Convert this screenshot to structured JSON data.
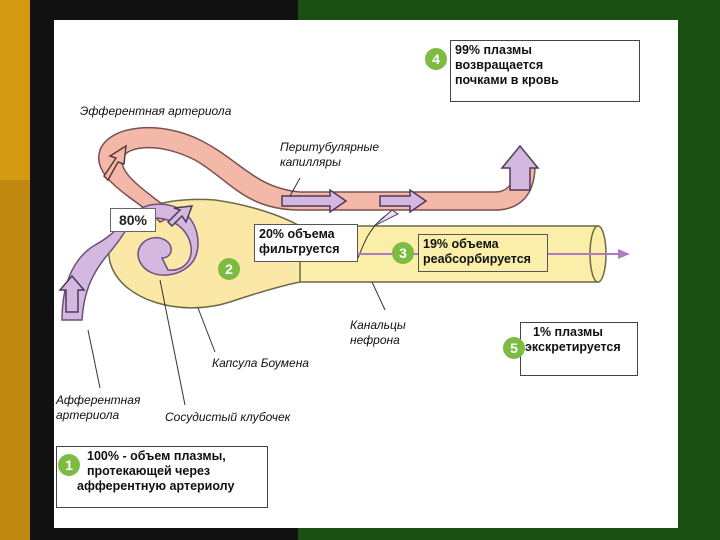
{
  "labels": {
    "efferent": "Эфферентная артериола",
    "peritubular": [
      "Перитубулярные",
      "капилляры"
    ],
    "tubules": [
      "Канальцы",
      "нефрона"
    ],
    "bowman": "Капсула Боумена",
    "afferent": [
      "Афферентная",
      "артериола"
    ],
    "glomerulus": "Сосудистый клубочек"
  },
  "percent_80": "80%",
  "steps": [
    {
      "num": "1",
      "lines": [
        "100% - объем плазмы,",
        "протекающей через",
        "афферентную артериолу"
      ]
    },
    {
      "num": "2",
      "lines": [
        "20% объема",
        "фильтруется"
      ]
    },
    {
      "num": "3",
      "lines": [
        "19% объема",
        "реабсорбируется"
      ]
    },
    {
      "num": "4",
      "lines": [
        "99% плазмы",
        "возвращается",
        "почками в кровь"
      ]
    },
    {
      "num": "5",
      "lines": [
        "1% плазмы",
        "экскретируется"
      ]
    }
  ],
  "colors": {
    "vessel_pink": "#f4b8a8",
    "vessel_purple": "#d4b8e0",
    "capsule_yellow": "#fbe7a6",
    "tubule_yellow": "#fbeea8",
    "badge_green": "#7dbb43"
  }
}
